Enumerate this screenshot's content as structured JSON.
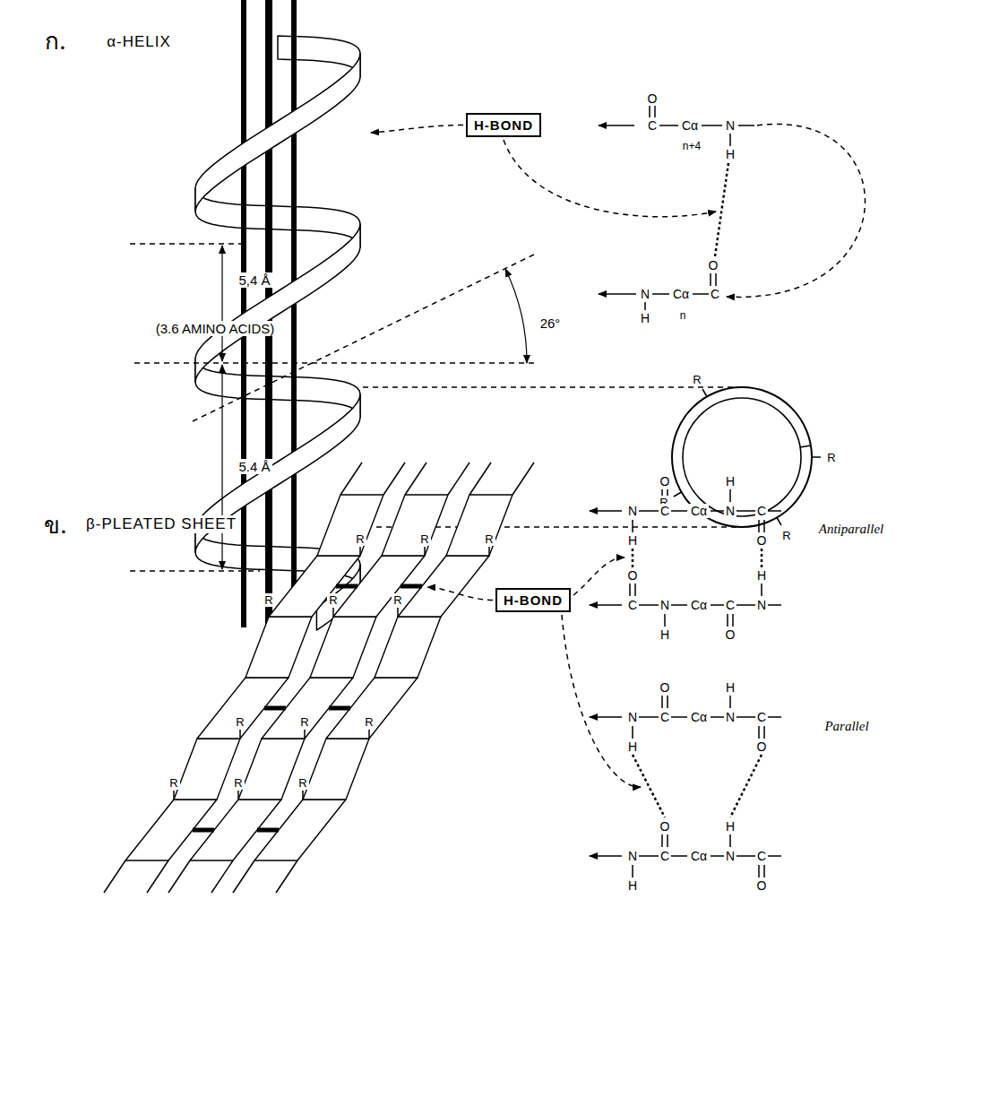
{
  "diagram": {
    "nodes": [
      {
        "text": [
          "H-BOND"
        ]
      },
      {
        "text": [
          "H-BOND"
        ]
      }
    ],
    "labels": [
      "ก.",
      "α-HELIX",
      "5,4 Å",
      "(3.6 AMINO ACIDS)",
      "5.4 Å",
      "26°",
      "O",
      "C",
      "Cα",
      "N",
      "n+4",
      "H",
      "O",
      "N",
      "Cα",
      "C",
      "H",
      "n",
      "R",
      "R",
      "R",
      "R",
      "ข.",
      "β-PLEATED SHEET",
      "R",
      "R",
      "R",
      "R",
      "R",
      "R",
      "R",
      "R",
      "R",
      "R",
      "R",
      "R",
      "N",
      "H",
      "C",
      "O",
      "Cα",
      "N",
      "H",
      "C",
      "O",
      "C",
      "O",
      "N",
      "H",
      "Cα",
      "C",
      "O",
      "N",
      "H",
      "Antiparallel",
      "N",
      "H",
      "C",
      "O",
      "Cα",
      "N",
      "H",
      "C",
      "O",
      "N",
      "H",
      "C",
      "O",
      "Cα",
      "N",
      "H",
      "C",
      "O",
      "Parallel"
    ]
  }
}
